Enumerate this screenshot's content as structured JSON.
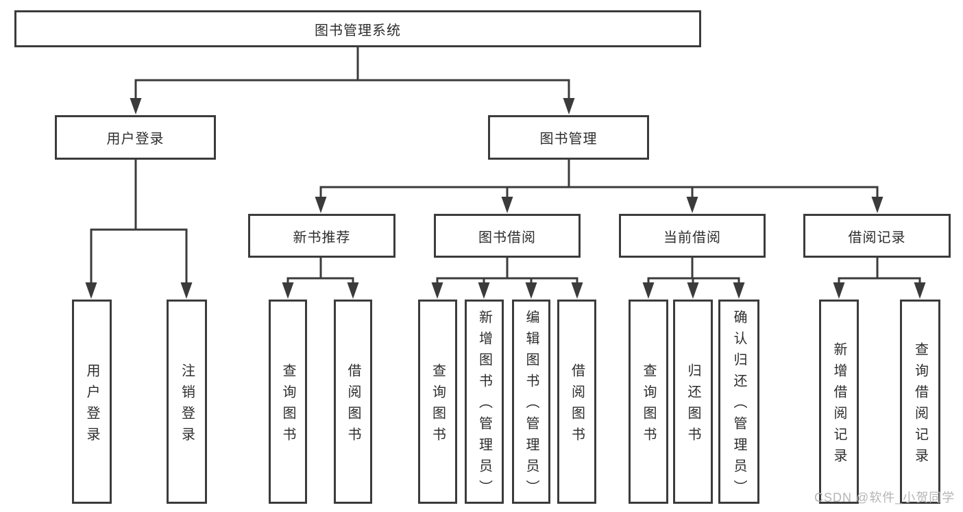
{
  "diagram": {
    "root": {
      "label": "图书管理系统",
      "children": [
        {
          "label": "用户登录",
          "children": [
            {
              "label": "用户登录"
            },
            {
              "label": "注销登录"
            }
          ]
        },
        {
          "label": "图书管理",
          "children": [
            {
              "label": "新书推荐",
              "children": [
                {
                  "label": "查询图书"
                },
                {
                  "label": "借阅图书"
                }
              ]
            },
            {
              "label": "图书借阅",
              "children": [
                {
                  "label": "查询图书"
                },
                {
                  "label": "新增图书（管理员）"
                },
                {
                  "label": "编辑图书（管理员）"
                },
                {
                  "label": "借阅图书"
                }
              ]
            },
            {
              "label": "当前借阅",
              "children": [
                {
                  "label": "查询图书"
                },
                {
                  "label": "归还图书"
                },
                {
                  "label": "确认归还（管理员）"
                }
              ]
            },
            {
              "label": "借阅记录",
              "children": [
                {
                  "label": "新增借阅记录"
                },
                {
                  "label": "查询借阅记录"
                }
              ]
            }
          ]
        }
      ]
    },
    "watermark": "CSDN @软件_小贺同学",
    "colors": {
      "line": "#3b3b3b",
      "text": "#2d2d2d",
      "box_background": "#ffffff",
      "watermark": "#b5b5b5"
    }
  }
}
